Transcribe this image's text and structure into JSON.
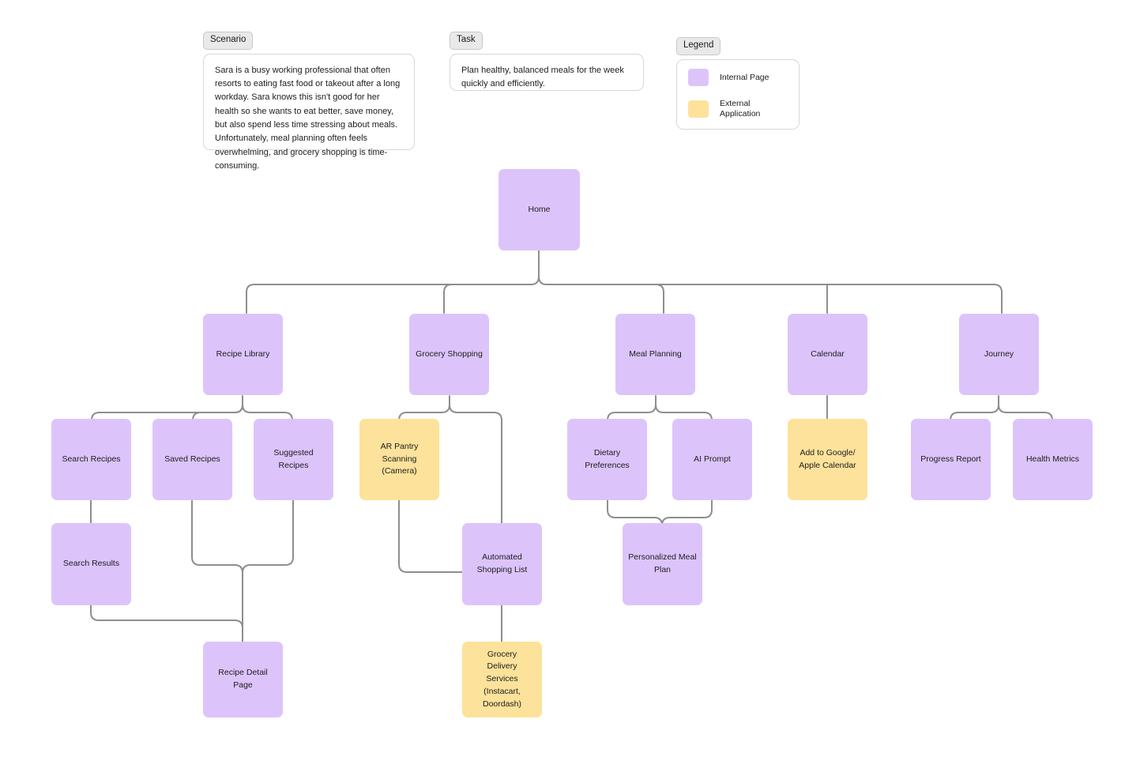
{
  "colors": {
    "internal_page": "#dcc4fb",
    "external_application": "#fce29a",
    "connector": "#8e8e8e",
    "panel_pill_bg": "#e9e9ea",
    "canvas_bg": "#ffffff"
  },
  "panels": {
    "scenario": {
      "pill": "Scenario",
      "text": "Sara is a busy working professional that often resorts to eating fast food or takeout after a long workday. Sara knows this isn't good for her health so she wants to eat better, save money, but also spend less time stressing about meals. Unfortunately, meal planning often feels overwhelming, and grocery shopping is time-consuming."
    },
    "task": {
      "pill": "Task",
      "text": "Plan healthy, balanced meals for the week quickly and efficiently."
    },
    "legend": {
      "pill": "Legend",
      "items": [
        {
          "label": "Internal Page",
          "color": "#dcc4fb"
        },
        {
          "label": "External Application",
          "color": "#fce29a"
        }
      ]
    }
  },
  "nodes": [
    {
      "id": "home",
      "label": "Home",
      "type": "internal"
    },
    {
      "id": "recipe-library",
      "label": "Recipe Library",
      "type": "internal"
    },
    {
      "id": "grocery-shopping",
      "label": "Grocery Shopping",
      "type": "internal"
    },
    {
      "id": "meal-planning",
      "label": "Meal Planning",
      "type": "internal"
    },
    {
      "id": "calendar",
      "label": "Calendar",
      "type": "internal"
    },
    {
      "id": "journey",
      "label": "Journey",
      "type": "internal"
    },
    {
      "id": "search-recipes",
      "label": "Search Recipes",
      "type": "internal"
    },
    {
      "id": "saved-recipes",
      "label": "Saved Recipes",
      "type": "internal"
    },
    {
      "id": "suggested-recipes",
      "label": "Suggested Recipes",
      "type": "internal"
    },
    {
      "id": "ar-pantry-scanning",
      "label": "AR Pantry Scanning (Camera)",
      "type": "external"
    },
    {
      "id": "dietary-preferences",
      "label": "Dietary Preferences",
      "type": "internal"
    },
    {
      "id": "ai-prompt",
      "label": "AI Prompt",
      "type": "internal"
    },
    {
      "id": "add-to-calendar",
      "label": "Add to Google/ Apple Calendar",
      "type": "external"
    },
    {
      "id": "progress-report",
      "label": "Progress Report",
      "type": "internal"
    },
    {
      "id": "health-metrics",
      "label": "Health Metrics",
      "type": "internal"
    },
    {
      "id": "search-results",
      "label": "Search Results",
      "type": "internal"
    },
    {
      "id": "automated-shopping-list",
      "label": "Automated Shopping List",
      "type": "internal"
    },
    {
      "id": "personalized-meal-plan",
      "label": "Personalized Meal Plan",
      "type": "internal"
    },
    {
      "id": "recipe-detail-page",
      "label": "Recipe Detail Page",
      "type": "internal"
    },
    {
      "id": "grocery-delivery-services",
      "label": "Grocery Delivery Services (Instacart, Doordash)",
      "type": "external"
    }
  ]
}
